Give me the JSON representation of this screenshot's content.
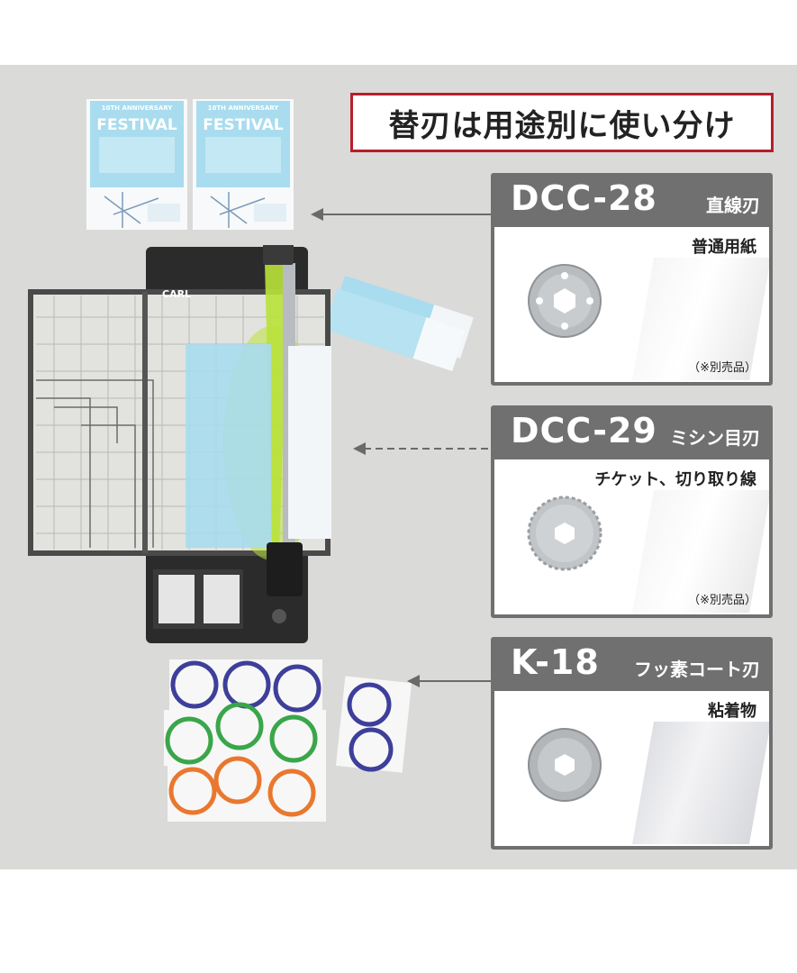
{
  "headline": "替刃は用途別に使い分け",
  "colors": {
    "headline_border": "#b51f2a",
    "card_frame": "#707070",
    "background": "#dadad8",
    "pictogram_blue": "#3d3f9a",
    "pictogram_green": "#3aa64a",
    "pictogram_orange": "#e9782e",
    "cutter_accent": "#b9e23a",
    "flyer_blue": "#a8dcee"
  },
  "blades": [
    {
      "code": "DCC-28",
      "type": "直線刃",
      "use": "普通用紙",
      "note": "（※別売品）",
      "blade_icon": "straight-blade-icon",
      "arrow": "solid"
    },
    {
      "code": "DCC-29",
      "type": "ミシン目刃",
      "use": "チケット、切り取り線",
      "note": "（※別売品）",
      "blade_icon": "perforation-blade-icon",
      "arrow": "dashed"
    },
    {
      "code": "K-18",
      "type": "フッ素コート刃",
      "use": "粘着物",
      "note": "",
      "blade_icon": "fluorine-coated-blade-icon",
      "arrow": "solid"
    }
  ],
  "cutter": {
    "brand": "CARL"
  },
  "flyer": {
    "small_title": "10TH ANNIVERSARY",
    "big_title": "FESTIVAL"
  }
}
